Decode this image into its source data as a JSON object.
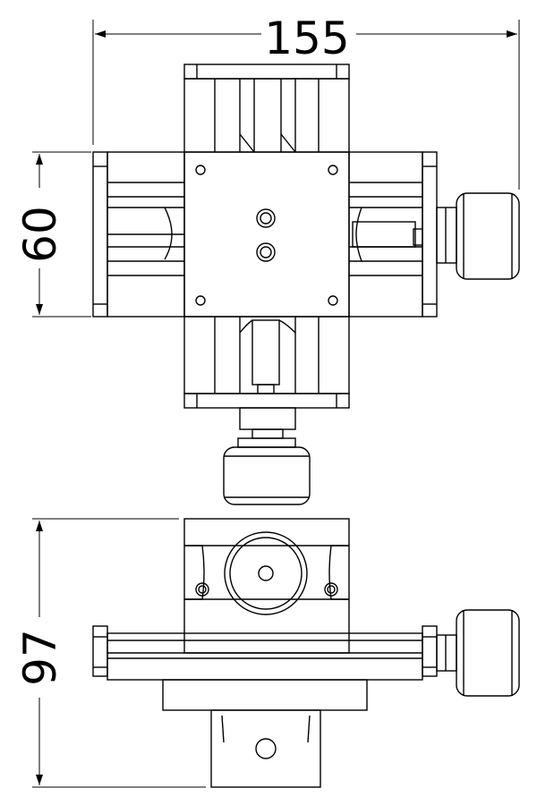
{
  "drawing": {
    "dimensions": {
      "width": "155",
      "top_height": "60",
      "side_height": "97"
    }
  }
}
